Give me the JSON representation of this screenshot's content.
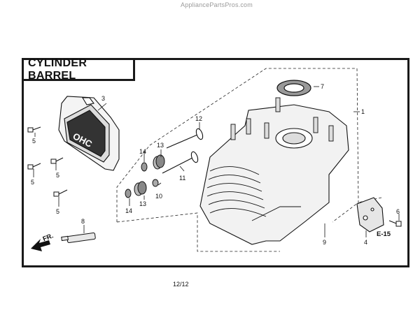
{
  "watermark": "AppliancePartsPros.com",
  "title": "CYLINDER BARREL",
  "page_number": "12/12",
  "front_marker": "FR.",
  "reference_label": "E-15",
  "callouts": {
    "c1": "1",
    "c3": "3",
    "c4": "4",
    "c5a": "5",
    "c5b": "5",
    "c5c": "5",
    "c5d": "5",
    "c6": "6",
    "c7": "7",
    "c8": "8",
    "c9": "9",
    "c10": "10",
    "c11": "11",
    "c12": "12",
    "c13a": "13",
    "c13b": "13",
    "c14a": "14",
    "c14b": "14"
  },
  "cover_brand": "OHC"
}
